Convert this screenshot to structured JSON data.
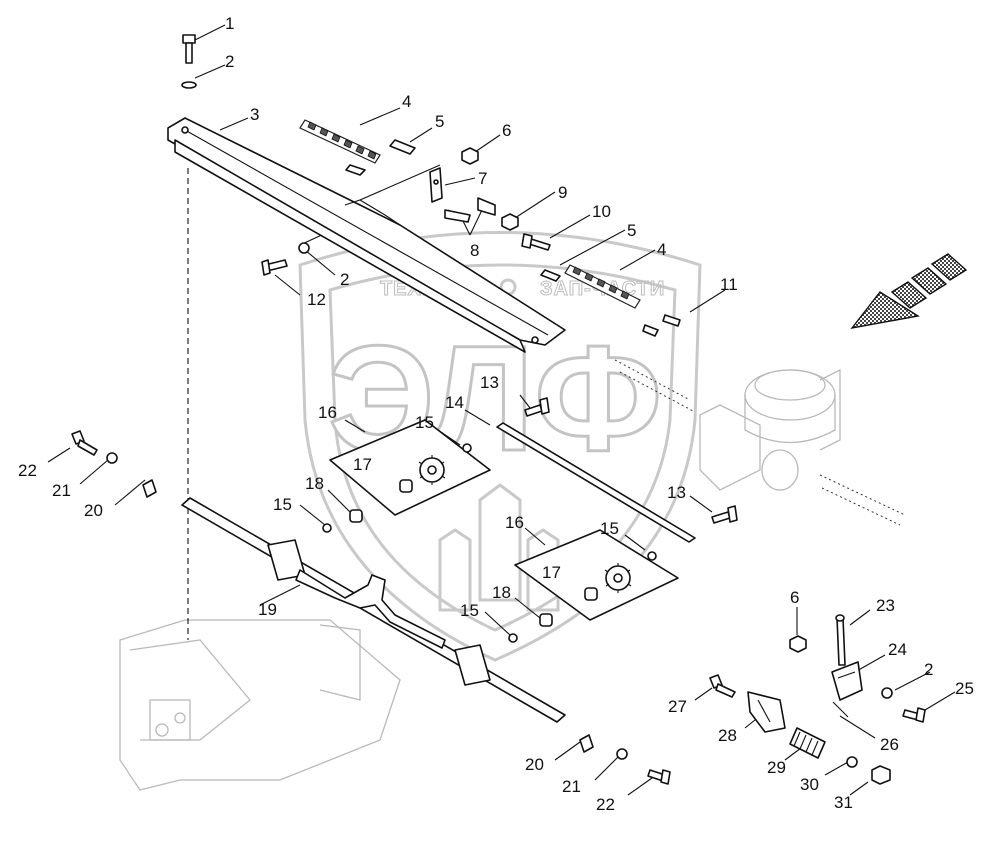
{
  "diagram": {
    "watermark": {
      "logo_text": "ЭЛФ",
      "left_word": "ТЕХНИКА",
      "right_word": "ЗАП-ЧАСТИ"
    },
    "callouts": [
      {
        "id": "c1",
        "text": "1"
      },
      {
        "id": "c2a",
        "text": "2"
      },
      {
        "id": "c3",
        "text": "3"
      },
      {
        "id": "c4a",
        "text": "4"
      },
      {
        "id": "c5a",
        "text": "5"
      },
      {
        "id": "c6a",
        "text": "6"
      },
      {
        "id": "c7",
        "text": "7"
      },
      {
        "id": "c8",
        "text": "8"
      },
      {
        "id": "c9",
        "text": "9"
      },
      {
        "id": "c10",
        "text": "10"
      },
      {
        "id": "c5b",
        "text": "5"
      },
      {
        "id": "c4b",
        "text": "4"
      },
      {
        "id": "c11",
        "text": "11"
      },
      {
        "id": "c12",
        "text": "12"
      },
      {
        "id": "c2b",
        "text": "2"
      },
      {
        "id": "c13a",
        "text": "13"
      },
      {
        "id": "c14",
        "text": "14"
      },
      {
        "id": "c16a",
        "text": "16"
      },
      {
        "id": "c15a",
        "text": "15"
      },
      {
        "id": "c17a",
        "text": "17"
      },
      {
        "id": "c22a",
        "text": "22"
      },
      {
        "id": "c21a",
        "text": "21"
      },
      {
        "id": "c20a",
        "text": "20"
      },
      {
        "id": "c18a",
        "text": "18"
      },
      {
        "id": "c15b",
        "text": "15"
      },
      {
        "id": "c13b",
        "text": "13"
      },
      {
        "id": "c16b",
        "text": "16"
      },
      {
        "id": "c15c",
        "text": "15"
      },
      {
        "id": "c17b",
        "text": "17"
      },
      {
        "id": "c19",
        "text": "19"
      },
      {
        "id": "c18b",
        "text": "18"
      },
      {
        "id": "c15d",
        "text": "15"
      },
      {
        "id": "c6b",
        "text": "6"
      },
      {
        "id": "c23",
        "text": "23"
      },
      {
        "id": "c24",
        "text": "24"
      },
      {
        "id": "c2c",
        "text": "2"
      },
      {
        "id": "c25",
        "text": "25"
      },
      {
        "id": "c27",
        "text": "27"
      },
      {
        "id": "c28",
        "text": "28"
      },
      {
        "id": "c26",
        "text": "26"
      },
      {
        "id": "c29",
        "text": "29"
      },
      {
        "id": "c30",
        "text": "30"
      },
      {
        "id": "c31",
        "text": "31"
      },
      {
        "id": "c20b",
        "text": "20"
      },
      {
        "id": "c21b",
        "text": "21"
      },
      {
        "id": "c22b",
        "text": "22"
      }
    ]
  }
}
